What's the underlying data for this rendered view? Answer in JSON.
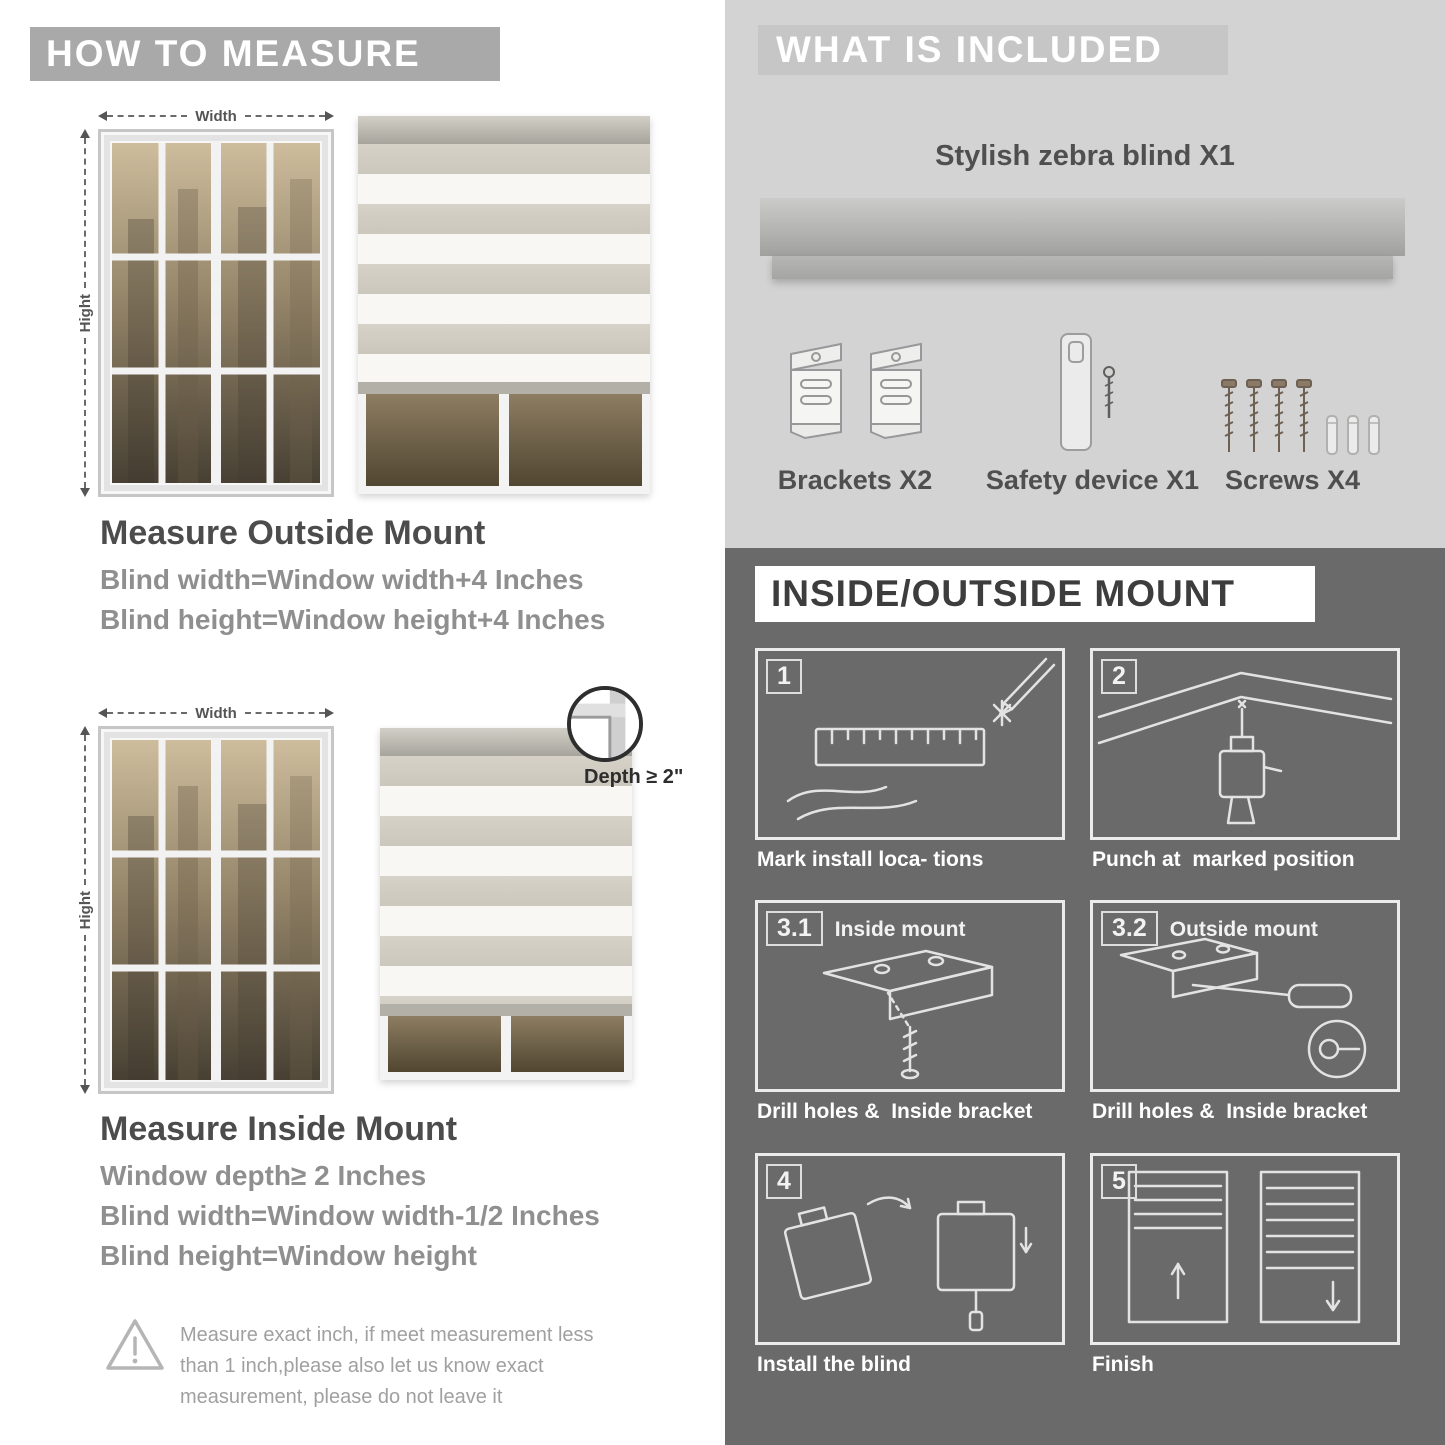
{
  "left": {
    "header": "HOW TO MEASURE",
    "outside": {
      "width_label": "Width",
      "height_label": "Hight",
      "heading": "Measure Outside Mount",
      "lines": [
        "Blind width=Window width+4 Inches",
        "Blind height=Window height+4 Inches"
      ]
    },
    "inside": {
      "width_label": "Width",
      "height_label": "Hight",
      "depth_label": "Depth ≥ 2\"",
      "heading": "Measure Inside Mount",
      "lines": [
        "Window depth≥ 2 Inches",
        "Blind width=Window width-1/2 Inches",
        "Blind height=Window height"
      ]
    },
    "warning_text": "Measure exact inch, if meet measurement less than 1 inch,please also let us know exact measurement, please do not leave it"
  },
  "included": {
    "header": "WHAT IS INCLUDED",
    "product_label": "Stylish zebra blind X1",
    "items": [
      {
        "label": "Brackets X2"
      },
      {
        "label": "Safety device X1"
      },
      {
        "label": "Screws X4"
      }
    ]
  },
  "mount": {
    "header": "INSIDE/OUTSIDE MOUNT",
    "steps": [
      {
        "num": "1",
        "caption": "Mark install loca- tions"
      },
      {
        "num": "2",
        "caption": "Punch at  marked position"
      },
      {
        "num": "3.1",
        "title": "Inside mount",
        "caption": "Drill holes &  Inside bracket"
      },
      {
        "num": "3.2",
        "title": "Outside mount",
        "caption": "Drill holes &  Inside bracket"
      },
      {
        "num": "4",
        "caption": "Install the blind"
      },
      {
        "num": "5",
        "caption": "Finish"
      }
    ]
  },
  "colors": {
    "left_header_bg": "#a9a9a9",
    "included_bg": "#d3d3d3",
    "included_header_bg": "#c6c6c6",
    "mount_section_bg": "#6a6a6a",
    "heading_text": "#4c4c4c",
    "sub_text": "#8f8f8f"
  }
}
